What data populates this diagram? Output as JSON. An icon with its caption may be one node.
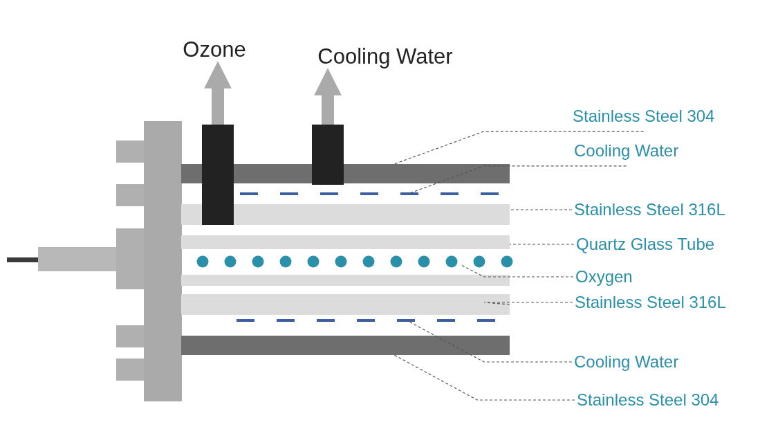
{
  "diagram": {
    "nodes": [
      {
        "text": [
          "Ozone"
        ]
      },
      {
        "text": [
          "Cooling Water"
        ]
      },
      {
        "text": [],
        "shape": "bar"
      },
      {
        "text": [],
        "shape": "bar"
      },
      {
        "text": [
          "Stainless Steel 304"
        ]
      },
      {
        "text": [
          "Cooling Water"
        ]
      },
      {
        "text": [
          "Stainless Steel 316L"
        ]
      },
      {
        "text": [
          "Quartz Glass Tube"
        ]
      },
      {
        "text": [
          "Oxygen"
        ]
      },
      {
        "text": [
          "Stainless Steel 316L"
        ]
      },
      {
        "text": [
          "Cooling Water"
        ]
      },
      {
        "text": [
          "Stainless Steel 304"
        ]
      },
      {
        "text": [],
        "shape": "bar"
      },
      {
        "text": [],
        "shape": "line"
      },
      {
        "text": [],
        "shape": "bar"
      },
      {
        "text": [],
        "shape": "bar"
      },
      {
        "text": [],
        "shape": "circle"
      },
      {
        "text": [],
        "shape": "bar"
      },
      {
        "text": [],
        "shape": "line"
      },
      {
        "text": [],
        "shape": "bar"
      }
    ],
    "edges": [
      {
        "from": 2,
        "to": 0,
        "arrow": "to",
        "style": "thick",
        "color": "#aaaaaa"
      },
      {
        "from": 3,
        "to": 1,
        "arrow": "to",
        "style": "thick",
        "color": "#aaaaaa"
      },
      {
        "from": 4,
        "to": 12,
        "arrow": "none",
        "style": "dashed"
      },
      {
        "from": 5,
        "to": 13,
        "arrow": "none",
        "style": "dashed"
      },
      {
        "from": 6,
        "to": 14,
        "arrow": "none",
        "style": "dashed"
      },
      {
        "from": 7,
        "to": 15,
        "arrow": "none",
        "style": "dashed"
      },
      {
        "from": 8,
        "to": 16,
        "arrow": "none",
        "style": "dashed"
      },
      {
        "from": 9,
        "to": 17,
        "arrow": "none",
        "style": "dashed"
      },
      {
        "from": 10,
        "to": 18,
        "arrow": "none",
        "style": "dashed"
      },
      {
        "from": 11,
        "to": 19,
        "arrow": "none",
        "style": "dashed"
      }
    ]
  }
}
